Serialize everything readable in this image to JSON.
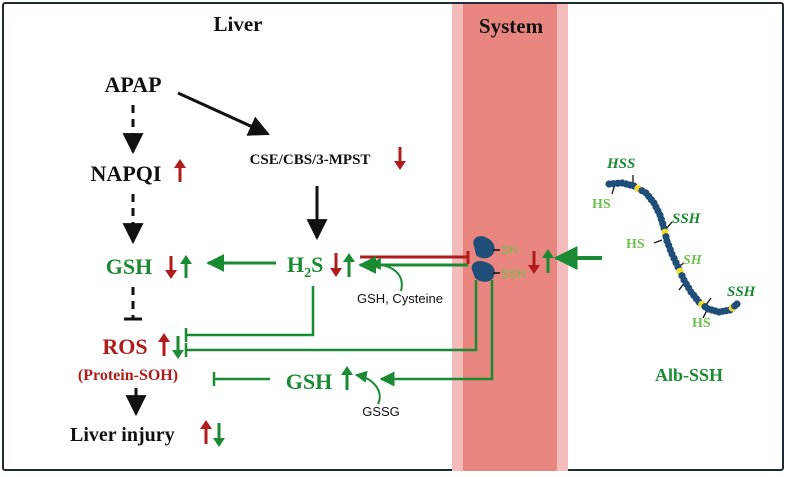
{
  "panels": {
    "liver": "Liver",
    "system": "System"
  },
  "nodes": {
    "apap": "APAP",
    "napqi": "NAPQI",
    "enzymes": "CSE/CBS/3-MPST",
    "gsh_liver": "GSH",
    "h2s_h": "H",
    "h2s_sub": "2",
    "h2s_s": "S",
    "ros": "ROS",
    "protein_soh": "(Protein-SOH)",
    "liver_injury": "Liver injury",
    "gsh_regen": "GSH",
    "gssg": "GSSG",
    "gsh_cysteine": "GSH, Cysteine",
    "albumin_sh": "SH",
    "albumin_ssh": "SSH",
    "alb_ssh_label": "Alb-SSH"
  },
  "alb_chain_labels": {
    "hss": "HSS",
    "hs1": "HS",
    "ssh1": "SSH",
    "hs2": "HS",
    "sh": "SH",
    "ssh2": "SSH",
    "hs3": "HS"
  },
  "colors": {
    "red": "#b01c1c",
    "green": "#1a8a33",
    "light_green": "#6fc14f",
    "system_band_outer": "#f3bcba",
    "system_band_inner": "#e8857f",
    "albumin_blue": "#1f4e79",
    "chain_yellow": "#f2dc2a",
    "black": "#111111"
  }
}
